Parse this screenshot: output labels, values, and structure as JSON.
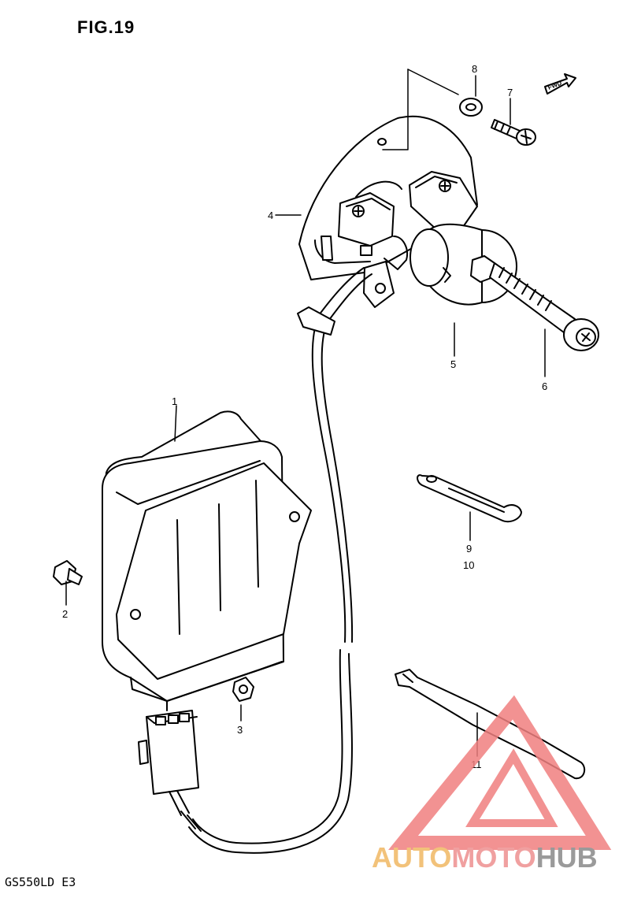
{
  "figure": {
    "title": "FIG.19",
    "model": "GS550LD E3"
  },
  "fwd_marker": {
    "label": "FWD"
  },
  "callouts": [
    "1",
    "2",
    "3",
    "4",
    "5",
    "6",
    "7",
    "8",
    "9",
    "10",
    "11"
  ],
  "watermark": {
    "part1": "AUTO",
    "part2": "MOTO",
    "part3": "HUB",
    "colors": {
      "auto": "#f2c27a",
      "moto": "#f0a0a0",
      "hub": "#9a9a9a",
      "triangle": "#f08080"
    }
  },
  "colors": {
    "line": "#000000",
    "background": "#ffffff"
  }
}
